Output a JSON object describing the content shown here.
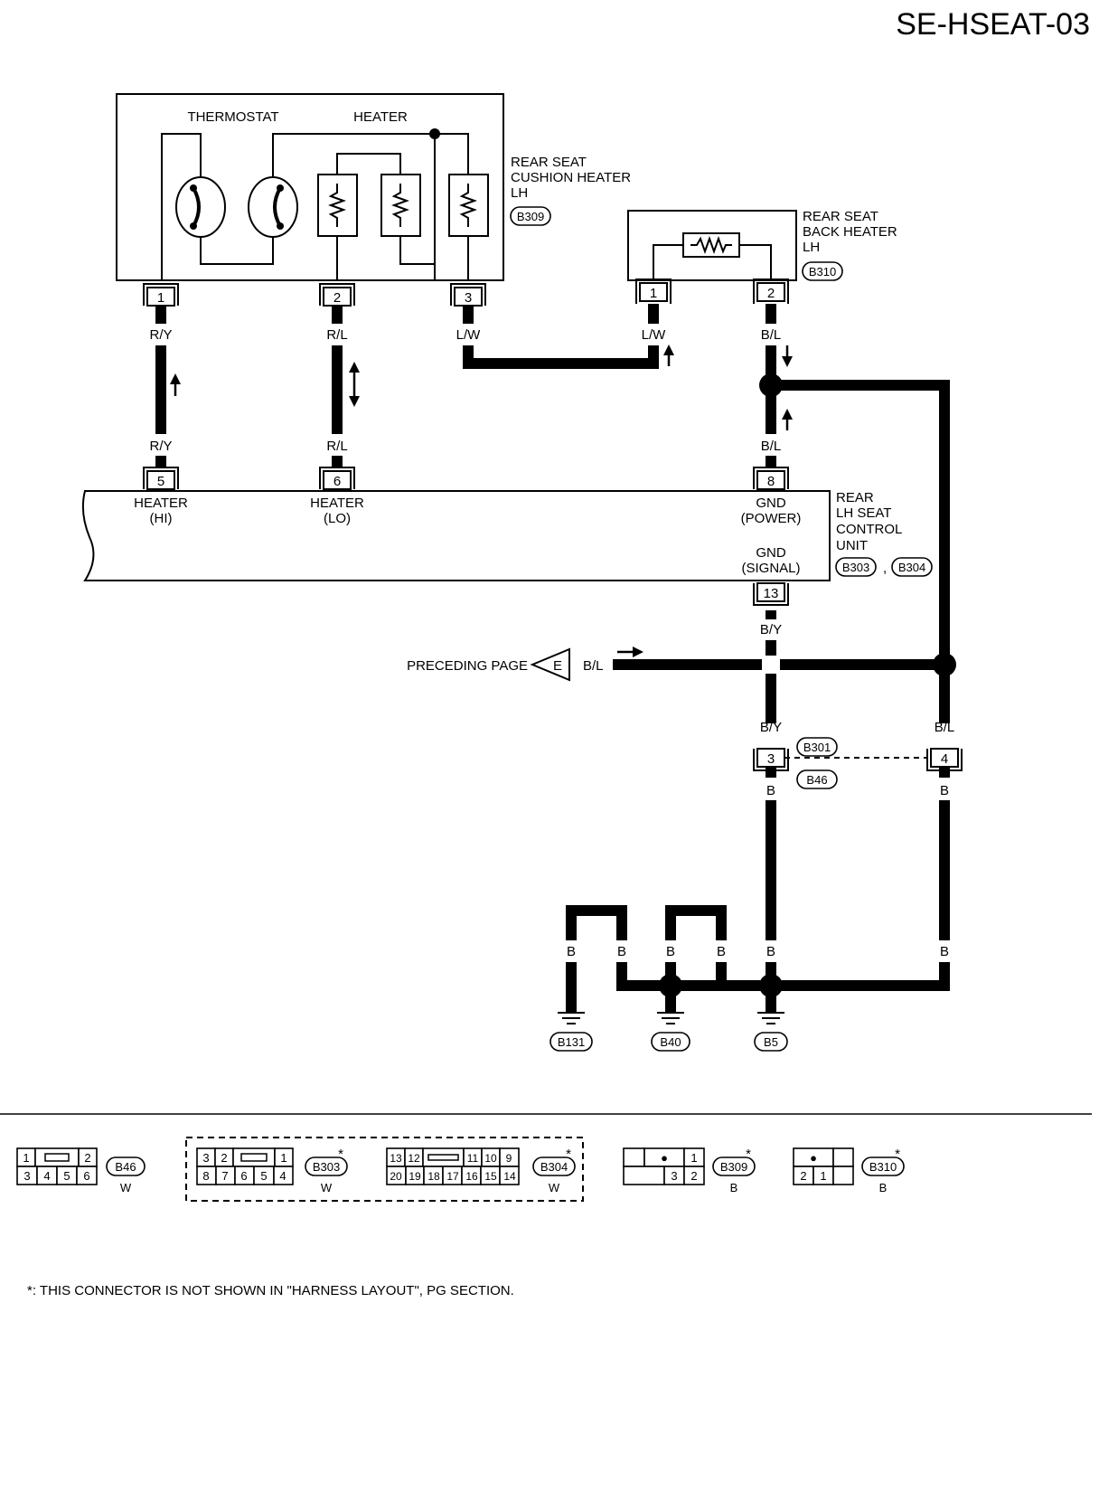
{
  "diagram_id": "SE-HSEAT-03",
  "cushion_heater": {
    "thermostat_label": "THERMOSTAT",
    "heater_label": "HEATER",
    "name_lines": [
      "REAR SEAT",
      "CUSHION HEATER",
      "LH"
    ],
    "connector": "B309",
    "pins": [
      "1",
      "2",
      "3"
    ]
  },
  "back_heater": {
    "name_lines": [
      "REAR SEAT",
      "BACK HEATER",
      "LH"
    ],
    "connector": "B310",
    "pins": [
      "1",
      "2"
    ]
  },
  "control_unit": {
    "name_lines": [
      "REAR",
      "LH SEAT",
      "CONTROL",
      "UNIT"
    ],
    "connectors": [
      "B303",
      "B304"
    ],
    "connector_separator": ",",
    "pins": [
      "5",
      "6",
      "8",
      "13"
    ],
    "terminals": {
      "heater_hi": [
        "HEATER",
        "(HI)"
      ],
      "heater_lo": [
        "HEATER",
        "(LO)"
      ],
      "gnd_power": [
        "GND",
        "(POWER)"
      ],
      "gnd_signal": [
        "GND",
        "(SIGNAL)"
      ]
    }
  },
  "wire_colors": {
    "ry_top": "R/Y",
    "rl_top": "R/L",
    "lw_left": "L/W",
    "lw_right": "L/W",
    "bl_top": "B/L",
    "ry_bottom": "R/Y",
    "rl_bottom": "R/L",
    "bl_mid": "B/L",
    "by_top": "B/Y",
    "by_mid": "B/Y",
    "bl_right": "B/L",
    "b_3": "B",
    "b_4": "B",
    "b_g1": "B",
    "b_g2": "B",
    "b_g3": "B",
    "b_g4": "B",
    "b_g5": "B",
    "b_g6": "B",
    "preceding_bl": "B/L"
  },
  "preceding_page": {
    "label": "PRECEDING PAGE",
    "letter": "E"
  },
  "joint_connector": {
    "upper": "B301",
    "lower": "B46",
    "pins": [
      "3",
      "4"
    ]
  },
  "grounds": [
    "B131",
    "B40",
    "B5"
  ],
  "connector_views": {
    "b46": {
      "name": "B46",
      "color": "W",
      "rows": [
        [
          "1",
          "",
          "2"
        ],
        [
          "3",
          "4",
          "5",
          "6"
        ]
      ]
    },
    "b303": {
      "name": "B303",
      "color": "W",
      "rows": [
        [
          "3",
          "2",
          "",
          "1"
        ],
        [
          "8",
          "7",
          "6",
          "5",
          "4"
        ]
      ]
    },
    "b304": {
      "name": "B304",
      "color": "W",
      "rows": [
        [
          "13",
          "12",
          "",
          "11",
          "10",
          "9"
        ],
        [
          "20",
          "19",
          "18",
          "17",
          "16",
          "15",
          "14"
        ]
      ]
    },
    "b309": {
      "name": "B309",
      "color": "B",
      "rows": [
        [
          "",
          "●",
          "1"
        ],
        [
          "",
          "3",
          "2"
        ]
      ]
    },
    "b310": {
      "name": "B310",
      "color": "B",
      "rows": [
        [
          "●",
          ""
        ],
        [
          "2",
          "1"
        ]
      ]
    },
    "asterisk": "*"
  },
  "footnote": "*: THIS CONNECTOR IS NOT SHOWN IN \"HARNESS LAYOUT\", PG SECTION."
}
